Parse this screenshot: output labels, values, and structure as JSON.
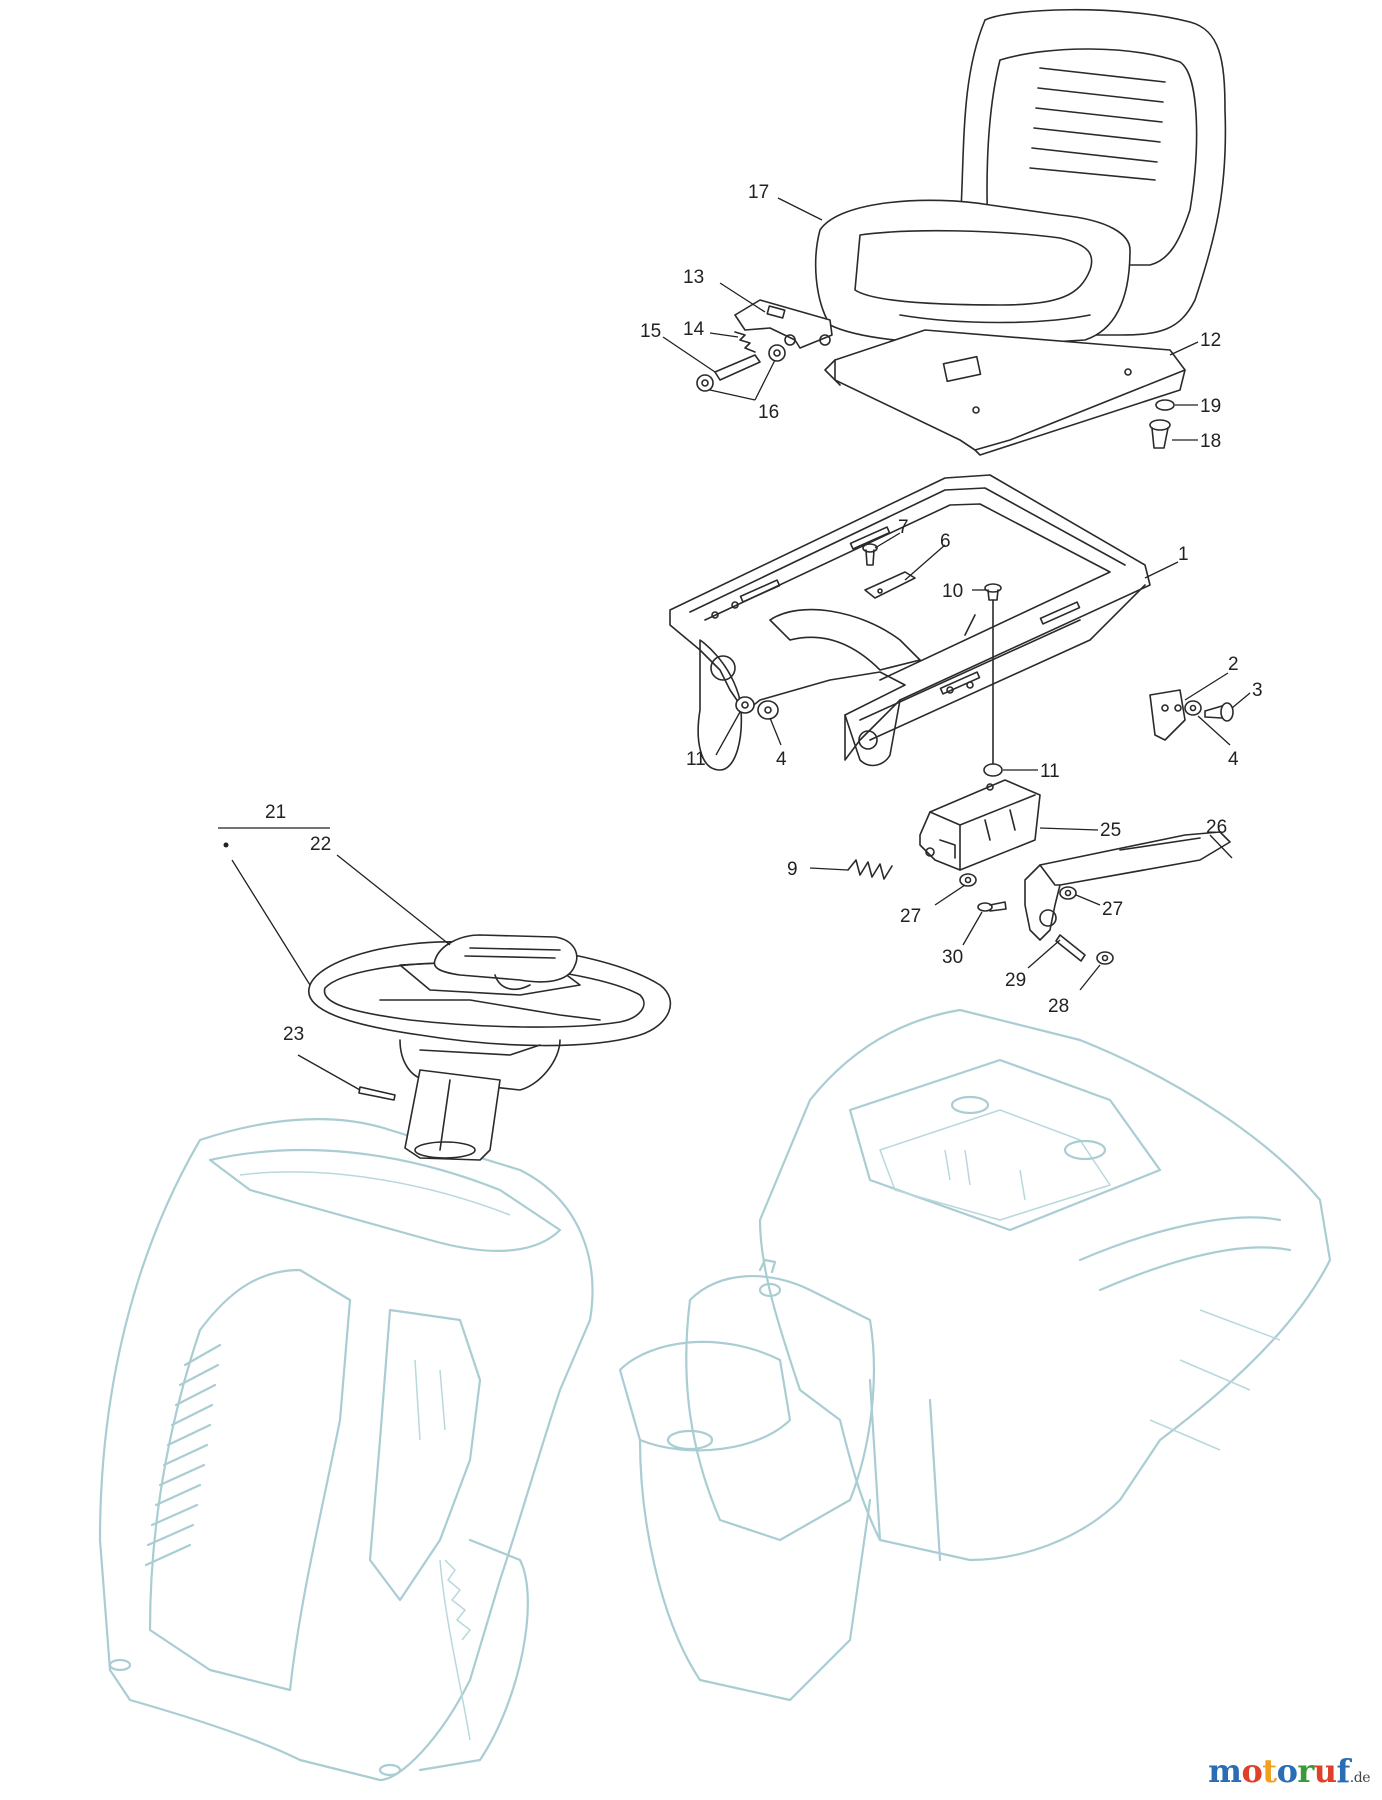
{
  "callouts": [
    {
      "id": "17",
      "label": "17"
    },
    {
      "id": "13",
      "label": "13"
    },
    {
      "id": "14",
      "label": "14"
    },
    {
      "id": "15",
      "label": "15"
    },
    {
      "id": "16",
      "label": "16"
    },
    {
      "id": "12",
      "label": "12"
    },
    {
      "id": "19",
      "label": "19"
    },
    {
      "id": "18",
      "label": "18"
    },
    {
      "id": "7",
      "label": "7"
    },
    {
      "id": "6",
      "label": "6"
    },
    {
      "id": "10",
      "label": "10"
    },
    {
      "id": "1",
      "label": "1"
    },
    {
      "id": "2",
      "label": "2"
    },
    {
      "id": "3",
      "label": "3"
    },
    {
      "id": "4a",
      "label": "4"
    },
    {
      "id": "4b",
      "label": "4"
    },
    {
      "id": "11a",
      "label": "11"
    },
    {
      "id": "11b",
      "label": "11"
    },
    {
      "id": "25",
      "label": "25"
    },
    {
      "id": "26",
      "label": "26"
    },
    {
      "id": "21",
      "label": "21"
    },
    {
      "id": "22",
      "label": "22"
    },
    {
      "id": "9",
      "label": "9"
    },
    {
      "id": "27a",
      "label": "27"
    },
    {
      "id": "27b",
      "label": "27"
    },
    {
      "id": "30",
      "label": "30"
    },
    {
      "id": "29",
      "label": "29"
    },
    {
      "id": "28",
      "label": "28"
    },
    {
      "id": "23",
      "label": "23"
    }
  ],
  "watermark": {
    "letters": [
      {
        "ch": "m",
        "color": "#2b6db5"
      },
      {
        "ch": "o",
        "color": "#e0402a"
      },
      {
        "ch": "t",
        "color": "#f0a020"
      },
      {
        "ch": "o",
        "color": "#2b6db5"
      },
      {
        "ch": "r",
        "color": "#3a9a3a"
      },
      {
        "ch": "u",
        "color": "#e0402a"
      },
      {
        "ch": "f",
        "color": "#2b6db5"
      }
    ],
    "suffix": ".de"
  }
}
